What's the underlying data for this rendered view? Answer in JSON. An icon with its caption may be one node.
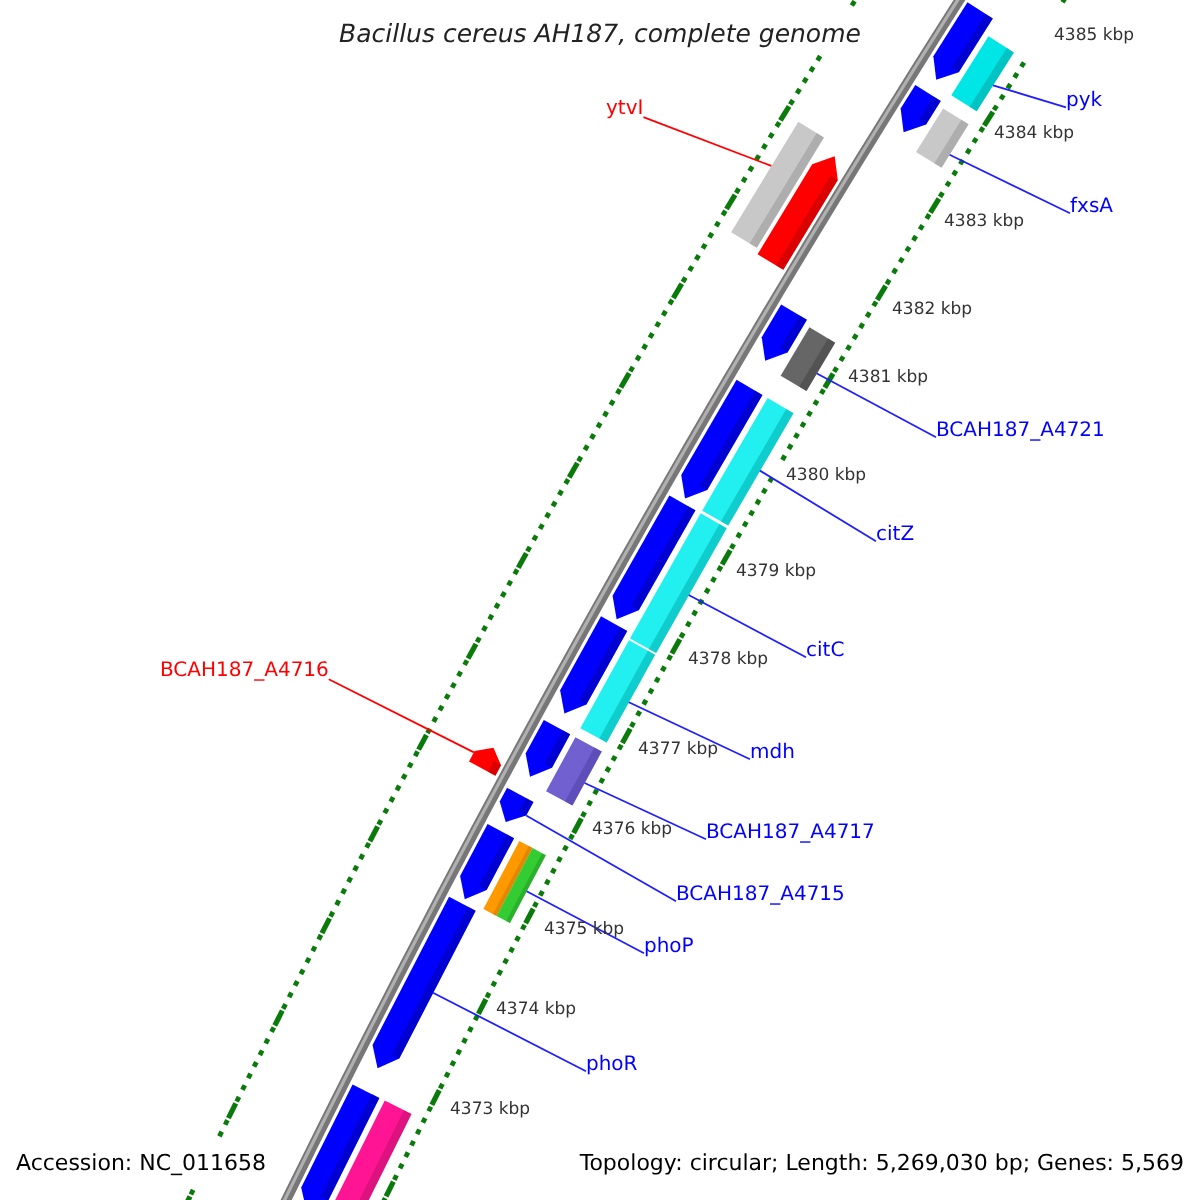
{
  "diagram": {
    "title": "Bacillus cereus AH187, complete genome",
    "nodes": [
      {
        "text": [
          "pyk"
        ]
      },
      {
        "text": [
          "ytvI"
        ]
      },
      {
        "text": [
          "fxsA"
        ]
      },
      {
        "text": [
          "BCAH187_A4721"
        ]
      },
      {
        "text": [
          "citZ"
        ]
      },
      {
        "text": [
          "citC"
        ]
      },
      {
        "text": [
          "BCAH187_A4716"
        ]
      },
      {
        "text": [
          "mdh"
        ]
      },
      {
        "text": [
          "BCAH187_A4717"
        ]
      },
      {
        "text": [
          "BCAH187_A4715"
        ]
      },
      {
        "text": [
          "phoP"
        ]
      },
      {
        "text": [
          "phoR"
        ]
      },
      {
        "text": [],
        "shape": "pentagon"
      },
      {
        "text": [],
        "shape": "bar"
      },
      {
        "text": [],
        "shape": "pentagon"
      },
      {
        "text": [],
        "shape": "bar"
      },
      {
        "text": [],
        "shape": "bar"
      },
      {
        "text": [],
        "shape": "pentagon"
      },
      {
        "text": [],
        "shape": "pentagon"
      },
      {
        "text": [],
        "shape": "bar"
      },
      {
        "text": [],
        "shape": "pentagon"
      },
      {
        "text": [],
        "shape": "bar"
      },
      {
        "text": [],
        "shape": "pentagon"
      },
      {
        "text": [],
        "shape": "bar"
      },
      {
        "text": [],
        "shape": "pentagon"
      },
      {
        "text": [],
        "shape": "bar"
      },
      {
        "text": [],
        "shape": "pentagon"
      },
      {
        "text": [],
        "shape": "bar"
      },
      {
        "text": [],
        "shape": "pentagon"
      },
      {
        "text": [],
        "shape": "pentagon"
      },
      {
        "text": [],
        "shape": "pentagon"
      },
      {
        "text": [],
        "shape": "bar"
      },
      {
        "text": [],
        "shape": "bar"
      },
      {
        "text": [],
        "shape": "pentagon"
      },
      {
        "text": [],
        "shape": "pentagon"
      },
      {
        "text": [],
        "shape": "bar"
      }
    ],
    "edges": [
      {
        "from": 0,
        "to": 13,
        "arrow": "none"
      },
      {
        "from": 1,
        "to": 16,
        "arrow": "none",
        "color": "#ff0000"
      },
      {
        "from": 2,
        "to": 15,
        "arrow": "none"
      },
      {
        "from": 3,
        "to": 19,
        "arrow": "none"
      },
      {
        "from": 4,
        "to": 21,
        "arrow": "none"
      },
      {
        "from": 5,
        "to": 23,
        "arrow": "none"
      },
      {
        "from": 6,
        "to": 28,
        "arrow": "none",
        "color": "#ff0000"
      },
      {
        "from": 7,
        "to": 25,
        "arrow": "none"
      },
      {
        "from": 8,
        "to": 27,
        "arrow": "none"
      },
      {
        "from": 9,
        "to": 29,
        "arrow": "none"
      },
      {
        "from": 10,
        "to": 32,
        "arrow": "none"
      },
      {
        "from": 11,
        "to": 33,
        "arrow": "none"
      }
    ],
    "labels": [
      "4385 kbp",
      "4384 kbp",
      "4383 kbp",
      "4382 kbp",
      "4381 kbp",
      "4380 kbp",
      "4379 kbp",
      "4378 kbp",
      "4377 kbp",
      "4376 kbp",
      "4375 kbp",
      "4374 kbp",
      "4373 kbp",
      "Accession: NC_011658",
      "Topology: circular; Length: 5,269,030 bp; Genes: 5,569"
    ]
  }
}
